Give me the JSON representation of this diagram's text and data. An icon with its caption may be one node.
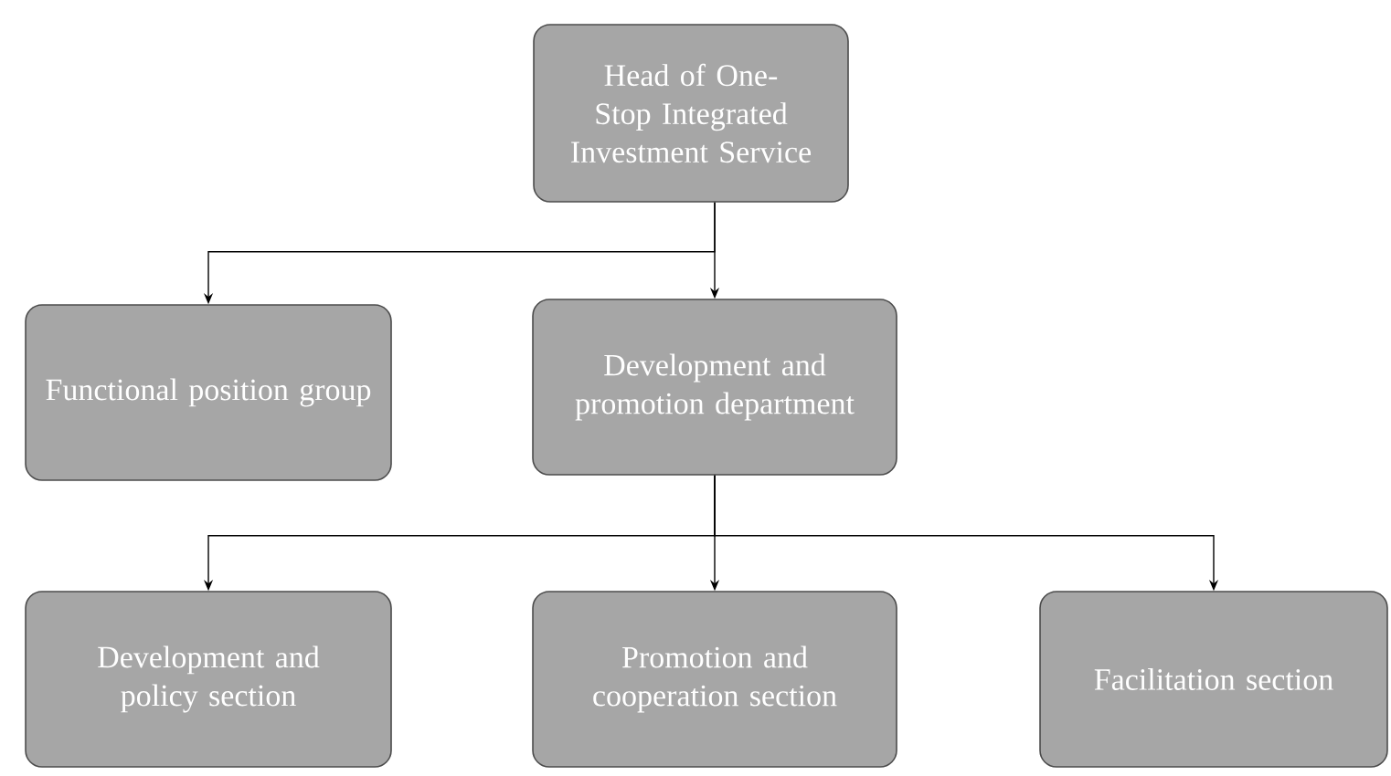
{
  "diagram": {
    "nodes": [
      {
        "text": [
          "Head of One-Stop Integrated Investment Service"
        ]
      },
      {
        "text": [
          "Functional position group"
        ]
      },
      {
        "text": [
          "Development and promotion department"
        ]
      },
      {
        "text": [
          "Development and policy section"
        ]
      },
      {
        "text": [
          "Promotion and cooperation section"
        ]
      },
      {
        "text": [
          "Facilitation section"
        ]
      }
    ],
    "edges": [
      {
        "from": 0,
        "to": 1,
        "arrow": "to"
      },
      {
        "from": 0,
        "to": 2,
        "arrow": "to"
      },
      {
        "from": 2,
        "to": 3,
        "arrow": "to"
      },
      {
        "from": 2,
        "to": 4,
        "arrow": "to"
      },
      {
        "from": 2,
        "to": 5,
        "arrow": "to"
      }
    ]
  }
}
